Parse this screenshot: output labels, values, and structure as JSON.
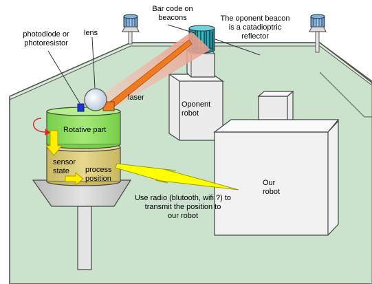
{
  "labels": {
    "barcode": "Bar code on\nbeacons",
    "opponent_beacon": "The oponent beacon\nis a catadioptric\nreflector",
    "photodiode": "photodiode or\nphotoresistor",
    "lens": "lens",
    "laser": "laser",
    "opponent_robot": "Oponent\nrobot",
    "rotative_part": "Rotative part",
    "sensor_state": "sensor\nstate",
    "process_position": "process\nposition",
    "our_robot": "Our\nrobot",
    "radio": "Use radio (blutooth, wifi ?) to\ntransmit the position to\nour robot"
  },
  "colors": {
    "field": "#cbe3cd",
    "rotative_part": "#8edc5d",
    "process_block": "#d4c470",
    "funnel": "#cfcfcf",
    "box": "#eeeeee",
    "beacon_top": "#2aa6b6",
    "laser": "#f07a20",
    "beam": "#ebb09a",
    "lightning": "#ffff00",
    "diode": "#1a35d6",
    "rotation_arrow": "#e4242a"
  }
}
